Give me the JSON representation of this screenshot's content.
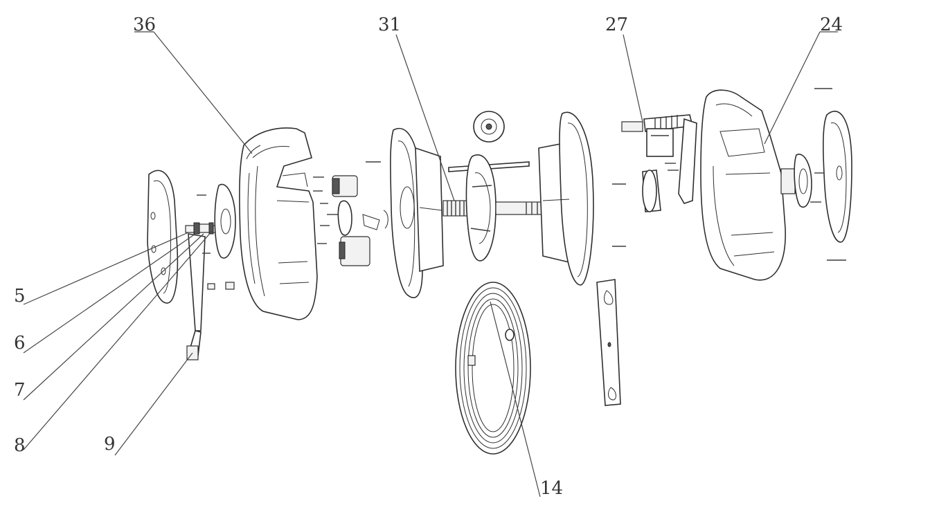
{
  "callouts": [
    {
      "id": "c36",
      "label": "36"
    },
    {
      "id": "c31",
      "label": "31"
    },
    {
      "id": "c27",
      "label": "27"
    },
    {
      "id": "c24",
      "label": "24"
    },
    {
      "id": "c5",
      "label": "5"
    },
    {
      "id": "c6",
      "label": "6"
    },
    {
      "id": "c7",
      "label": "7"
    },
    {
      "id": "c8",
      "label": "8"
    },
    {
      "id": "c9",
      "label": "9"
    },
    {
      "id": "c14",
      "label": "14"
    }
  ]
}
